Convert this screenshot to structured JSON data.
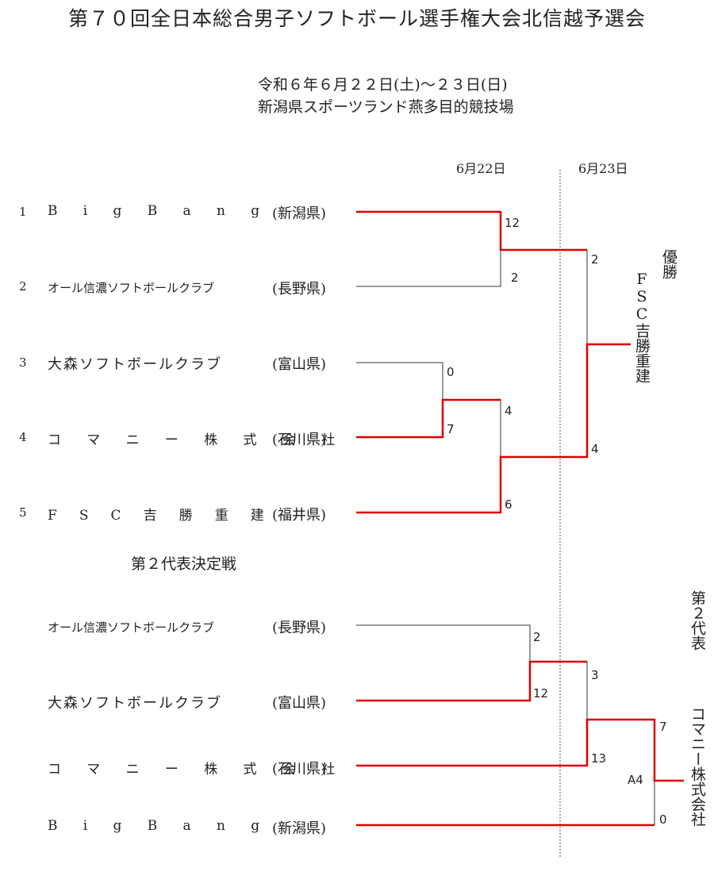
{
  "title": "第７０回全日本総合男子ソフトボール選手権大会北信越予選会",
  "date_line": "令和６年６月２２日(土)～２３日(日)",
  "venue_line": "新潟県スポーツランド燕多目的競技場",
  "day1_label": "6月22日",
  "day2_label": "6月23日",
  "main_bracket": {
    "teams": [
      {
        "seed": "1",
        "name": "BigBang",
        "pref": "(新潟県)"
      },
      {
        "seed": "2",
        "name": "オール信濃ソフトボールクラブ",
        "pref": "(長野県)"
      },
      {
        "seed": "3",
        "name": "大森ソフトボールクラブ",
        "pref": "(富山県)"
      },
      {
        "seed": "4",
        "name": "コマニー株式会社",
        "pref": "(石川県)"
      },
      {
        "seed": "5",
        "name": "FSC吉勝重建",
        "pref": "(福井県)"
      }
    ],
    "scores": {
      "r1_m1_top": "12",
      "r1_m1_bot": "2",
      "r0_top": "0",
      "r0_bot": "7",
      "r1_m2_top": "4",
      "r1_m2_bot": "6",
      "final_top": "2",
      "final_bot": "4"
    },
    "winner_label": "優勝",
    "winner_name": "FSC吉勝重建"
  },
  "second_bracket": {
    "section_title": "第２代表決定戦",
    "teams": [
      {
        "name": "オール信濃ソフトボールクラブ",
        "pref": "(長野県)"
      },
      {
        "name": "大森ソフトボールクラブ",
        "pref": "(富山県)"
      },
      {
        "name": "コマニー株式会社",
        "pref": "(石川県)"
      },
      {
        "name": "BigBang",
        "pref": "(新潟県)"
      }
    ],
    "scores": {
      "m1_top": "2",
      "m1_bot": "12",
      "m2_top": "3",
      "m2_bot": "13",
      "final_top": "7",
      "final_bot": "0"
    },
    "game_label": "A4",
    "winner_label": "第２代表",
    "winner_name": "コマニー株式会社"
  },
  "colors": {
    "win_line": "#e00000",
    "lose_line": "#333333",
    "divider": "#555555"
  }
}
